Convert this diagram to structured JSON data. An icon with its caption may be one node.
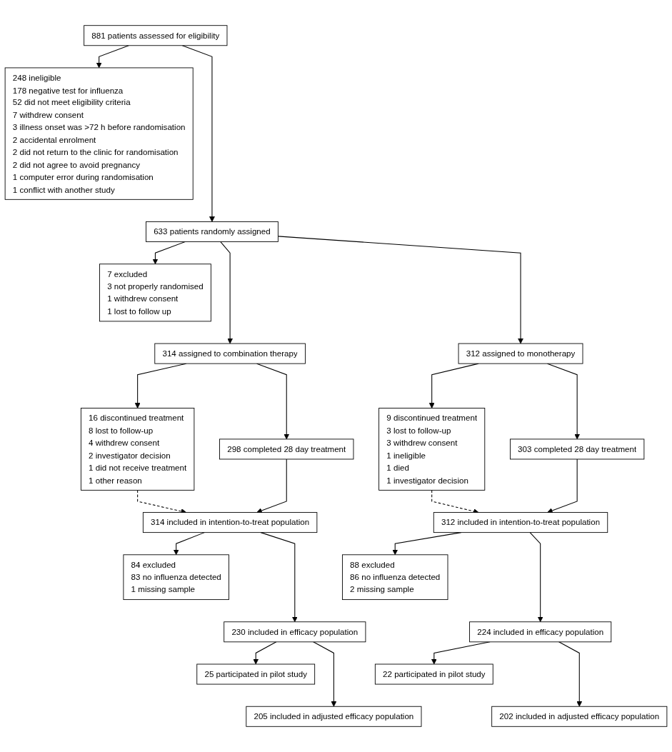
{
  "diagram": {
    "nodes": [
      {
        "text": [
          "881 patients assessed for eligibility"
        ]
      },
      {
        "text": [
          "248 ineligible",
          "178 negative test for influenza",
          "52 did not meet eligibility criteria",
          "7 withdrew consent",
          "3 illness onset was >72 h before randomisation",
          "2 accidental enrolment",
          "2 did not return to the clinic for randomisation",
          "2 did not agree to avoid pregnancy",
          "1 computer error during randomisation",
          "1 conflict with another study"
        ]
      },
      {
        "text": [
          "633 patients randomly assigned"
        ]
      },
      {
        "text": [
          "7 excluded",
          "3 not properly randomised",
          "1 withdrew consent",
          "1 lost to follow up"
        ]
      },
      {
        "text": [
          "314 assigned to combination therapy"
        ]
      },
      {
        "text": [
          "312 assigned to monotherapy"
        ]
      },
      {
        "text": [
          "16 discontinued treatment",
          "8 lost to follow-up",
          "4 withdrew consent",
          "2 investigator decision",
          "1 did not receive treatment",
          "1 other reason"
        ]
      },
      {
        "text": [
          "9 discontinued treatment",
          "3 lost to follow-up",
          "3 withdrew consent",
          "1 ineligible",
          "1 died",
          "1 investigator decision"
        ]
      },
      {
        "text": [
          "298 completed 28 day treatment"
        ]
      },
      {
        "text": [
          "303 completed 28 day treatment"
        ]
      },
      {
        "text": [
          "314 included in intention-to-treat population"
        ]
      },
      {
        "text": [
          "312 included in intention-to-treat population"
        ]
      },
      {
        "text": [
          "84 excluded",
          "83 no influenza detected",
          "1 missing sample"
        ]
      },
      {
        "text": [
          "88 excluded",
          "86 no influenza detected",
          "2 missing sample"
        ]
      },
      {
        "text": [
          "230 included in efficacy population"
        ]
      },
      {
        "text": [
          "224 included in efficacy population"
        ]
      },
      {
        "text": [
          "25 participated in pilot study"
        ]
      },
      {
        "text": [
          "22 participated in pilot study"
        ]
      },
      {
        "text": [
          "205 included in adjusted efficacy population"
        ]
      },
      {
        "text": [
          "202 included in adjusted efficacy population"
        ]
      }
    ],
    "edges": [
      {
        "from": 0,
        "to": 1,
        "arrow": "to"
      },
      {
        "from": 0,
        "to": 2,
        "arrow": "to"
      },
      {
        "from": 2,
        "to": 3,
        "arrow": "to"
      },
      {
        "from": 2,
        "to": 4,
        "arrow": "to"
      },
      {
        "from": 2,
        "to": 5,
        "arrow": "to"
      },
      {
        "from": 4,
        "to": 6,
        "arrow": "to"
      },
      {
        "from": 4,
        "to": 8,
        "arrow": "to"
      },
      {
        "from": 5,
        "to": 7,
        "arrow": "to"
      },
      {
        "from": 5,
        "to": 9,
        "arrow": "to"
      },
      {
        "from": 6,
        "to": 10,
        "arrow": "to",
        "style": "dashed"
      },
      {
        "from": 7,
        "to": 11,
        "arrow": "to",
        "style": "dashed"
      },
      {
        "from": 8,
        "to": 10,
        "arrow": "to"
      },
      {
        "from": 9,
        "to": 11,
        "arrow": "to"
      },
      {
        "from": 10,
        "to": 12,
        "arrow": "to"
      },
      {
        "from": 10,
        "to": 14,
        "arrow": "to"
      },
      {
        "from": 11,
        "to": 13,
        "arrow": "to"
      },
      {
        "from": 11,
        "to": 15,
        "arrow": "to"
      },
      {
        "from": 14,
        "to": 16,
        "arrow": "to"
      },
      {
        "from": 14,
        "to": 18,
        "arrow": "to"
      },
      {
        "from": 15,
        "to": 17,
        "arrow": "to"
      },
      {
        "from": 15,
        "to": 19,
        "arrow": "to"
      }
    ]
  }
}
